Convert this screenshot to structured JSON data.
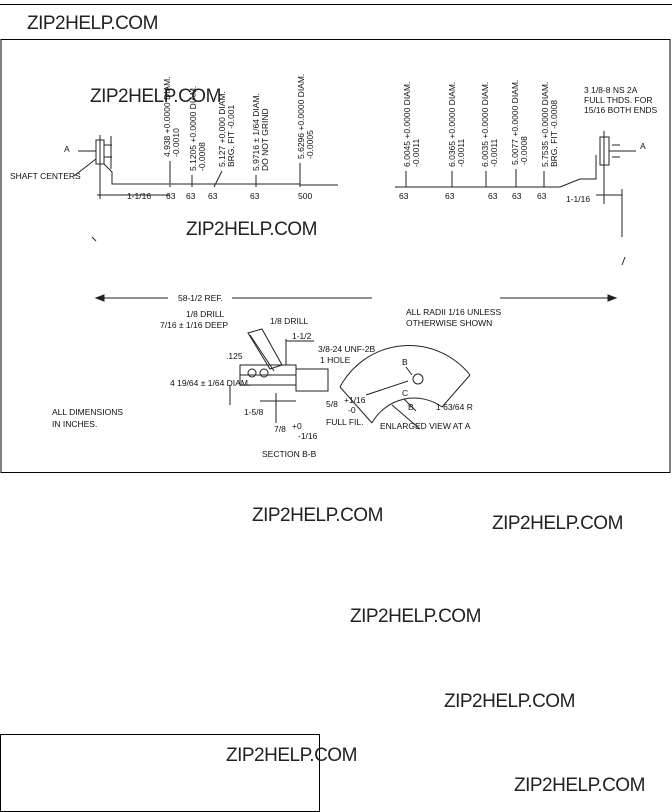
{
  "watermark": "ZIP2HELP.COM",
  "drawing": {
    "left_labels": {
      "a_mark": "A",
      "shaft_centers": "SHAFT CENTERS",
      "left_dim": "1-1/16"
    },
    "vertical_dims": [
      {
        "line1": "4.938 +0.0000 DIAM.",
        "line2": "-0.0010",
        "finish": "63"
      },
      {
        "line1": "5.1205 +0.0000 DIAM.",
        "line2": "-0.0008",
        "finish": "63"
      },
      {
        "line1": "5.127 +0.000 DIAM.",
        "line2": "BRG. FIT   -0.001",
        "finish": "63"
      },
      {
        "line1": "5.9716 ± 1/64 DIAM.",
        "line2": "DO NOT GRIND",
        "finish": "63"
      },
      {
        "line1": "5.6296 +0.0000 DIAM.",
        "line2": "-0.0005",
        "finish": "500"
      },
      {
        "line1": "6.0045 +0.0000 DIAM.",
        "line2": "-0.0011",
        "finish": "63"
      },
      {
        "line1": "6.0365 +0.0000 DIAM.",
        "line2": "-0.0011",
        "finish": "63"
      },
      {
        "line1": "6.0035 +0.0000 DIAM.",
        "line2": "-0.0011",
        "finish": "63"
      },
      {
        "line1": "5.0077 +0.0000 DIAM.",
        "line2": "-0.0008",
        "finish": "63"
      },
      {
        "line1": "5.7535 +0.0000 DIAM.",
        "line2": "BRG. FIT   -0.0008",
        "finish": "63"
      }
    ],
    "right_labels": {
      "thread_line1": "3 1/8-8 NS 2A",
      "thread_line2": "FULL THDS. FOR",
      "thread_line3": "15/16 BOTH ENDS",
      "a_mark": "A",
      "right_dim": "1-1/16"
    },
    "overall_length": "58-1/2 REF.",
    "radii_note_line1": "ALL RADII 1/16 UNLESS",
    "radii_note_line2": "OTHERWISE SHOWN",
    "section": {
      "drill1": "1/8 DRILL",
      "deep": "7/16 ± 1/16 DEEP",
      "drill2": "1/8 DRILL",
      "dim_a": "1-1/2",
      "thread": "3/8-24 UNF-2B",
      "hole": "1 HOLE",
      "chamfer": ".125",
      "diam": "4 19/64 ± 1/64 DIAM.",
      "dim_b": "1-5/8",
      "dim_c": "5/8",
      "dim_c_tol1": "+1/16",
      "dim_c_tol2": "-0",
      "full_fill": "FULL FIL.",
      "dim_d": "7/8",
      "dim_d_tol1": "+0",
      "dim_d_tol2": "-1/16",
      "caption": "SECTION B-B"
    },
    "enlarged": {
      "b_mark": "B",
      "c_mark": "C",
      "b2_mark": "B",
      "radius": "1 63/64 R",
      "caption": "ENLARGED VIEW AT A"
    },
    "all_dims_line1": "ALL DIMENSIONS",
    "all_dims_line2": "IN INCHES."
  }
}
